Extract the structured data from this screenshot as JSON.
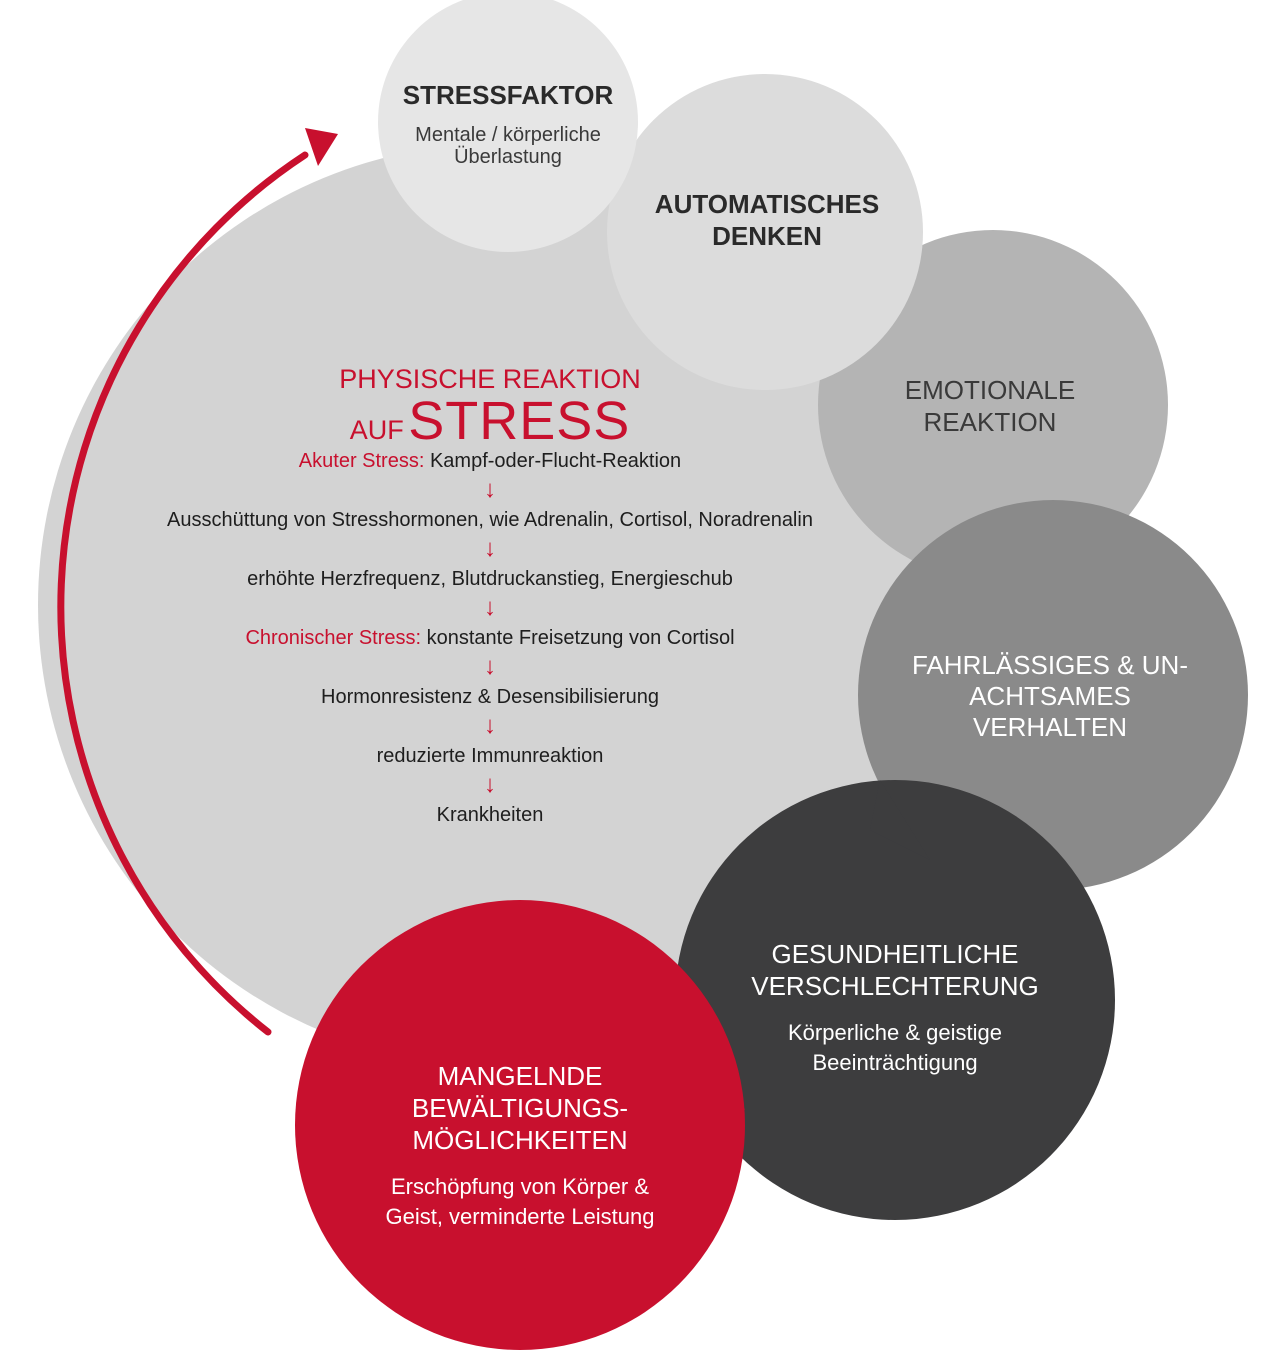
{
  "colors": {
    "big_circle": "#d3d3d3",
    "stressfaktor": "#e6e6e6",
    "automatisches": "#dcdcdc",
    "emotionale": "#b4b4b4",
    "fahrlaessiges": "#8a8a8a",
    "gesundheitliche": "#3d3d3e",
    "mangelnde": "#c8102e",
    "accent": "#c8102e"
  },
  "nodes": {
    "stressfaktor": {
      "title": "STRESSFAKTOR",
      "desc_line1": "Mentale / körperliche",
      "desc_line2": "Überlastung"
    },
    "automatisches": {
      "line1": "AUTOMATISCHES",
      "line2": "DENKEN"
    },
    "emotionale": {
      "line1": "EMOTIONALE",
      "line2": "REAKTION"
    },
    "fahrlaessiges": {
      "line1": "FAHRLÄSSIGES & UN-",
      "line2": "ACHTSAMES",
      "line3": "VERHALTEN"
    },
    "gesundheitliche": {
      "line1": "GESUNDHEITLICHE",
      "line2": "VERSCHLECHTERUNG",
      "desc_line1": "Körperliche & geistige",
      "desc_line2": "Beeinträchtigung"
    },
    "mangelnde": {
      "line1": "MANGELNDE",
      "line2": "BEWÄLTIGUNGS-",
      "line3": "MÖGLICHKEITEN",
      "desc_line1": "Erschöpfung von Körper &",
      "desc_line2": "Geist, verminderte Leistung"
    }
  },
  "physische": {
    "heading_line1": "PHYSISCHE REAKTION",
    "heading_auf": "AUF",
    "heading_stress": "STRESS",
    "chain": [
      {
        "label": "Akuter Stress:",
        "text": "Kampf-oder-Flucht-Reaktion"
      },
      {
        "label": "",
        "text": "Ausschüttung von Stresshormonen, wie Adrenalin, Cortisol, Noradrenalin"
      },
      {
        "label": "",
        "text": "erhöhte Herzfrequenz, Blutdruckanstieg, Energieschub"
      },
      {
        "label": "Chronischer Stress:",
        "text": "konstante Freisetzung von Cortisol"
      },
      {
        "label": "",
        "text": "Hormonresistenz & Desensibilisierung"
      },
      {
        "label": "",
        "text": "reduzierte Immunreaktion"
      },
      {
        "label": "",
        "text": "Krankheiten"
      }
    ],
    "arrow_glyph": "↓"
  }
}
